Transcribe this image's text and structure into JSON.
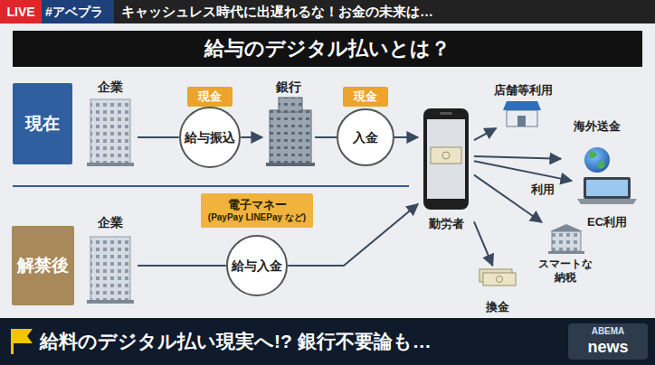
{
  "diagram": {
    "title": "給与のデジタル払いとは？",
    "caption": "給料のデジタル払い現実へ!? 銀行不要論も…",
    "nodes": [
      {
        "text": [
          "現在"
        ]
      },
      {
        "text": [
          "企業"
        ]
      },
      {
        "text": [
          "現金"
        ]
      },
      {
        "text": [
          "給与振込"
        ]
      },
      {
        "text": [
          "銀行"
        ]
      },
      {
        "text": [
          "現金"
        ]
      },
      {
        "text": [
          "入金"
        ]
      },
      {
        "text": [
          "勤労者"
        ]
      },
      {
        "text": [
          "店舗等利用"
        ]
      },
      {
        "text": [
          "海外送金"
        ]
      },
      {
        "text": [
          "EC利用"
        ]
      },
      {
        "text": [
          "スマートな納税"
        ]
      },
      {
        "text": [
          "換金"
        ]
      },
      {
        "text": [
          "解禁後"
        ]
      },
      {
        "text": [
          "企業"
        ]
      },
      {
        "text": [
          "電子マネー",
          "(PayPay LINEPay など)"
        ]
      },
      {
        "text": [
          "給与入金"
        ]
      }
    ],
    "edges": [
      {
        "from": 1,
        "to": 3,
        "arrow": "none"
      },
      {
        "from": 3,
        "to": 4,
        "arrow": "to"
      },
      {
        "from": 4,
        "to": 6,
        "arrow": "none"
      },
      {
        "from": 6,
        "to": 7,
        "arrow": "to"
      },
      {
        "from": 7,
        "to": 8,
        "arrow": "to"
      },
      {
        "from": 7,
        "to": 9,
        "arrow": "to"
      },
      {
        "from": 7,
        "to": 10,
        "label": "利用",
        "arrow": "to"
      },
      {
        "from": 7,
        "to": 11,
        "arrow": "to"
      },
      {
        "from": 7,
        "to": 12,
        "arrow": "to"
      },
      {
        "from": 14,
        "to": 16,
        "arrow": "none"
      },
      {
        "from": 16,
        "to": 7,
        "arrow": "to"
      }
    ],
    "labels": [
      "LIVE",
      "#アベプラ",
      "キャッシュレス時代に出遅れるな！お金の未来は…",
      "ABEMA",
      "news"
    ]
  }
}
